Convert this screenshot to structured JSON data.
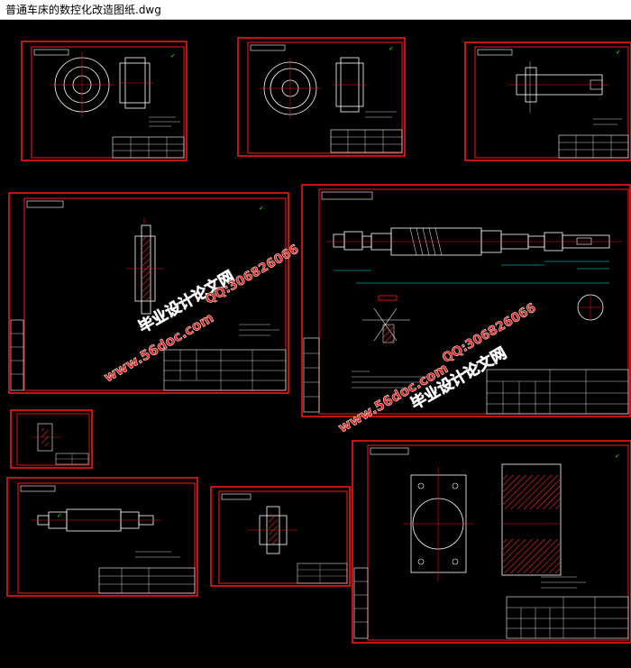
{
  "window": {
    "title": "普通车床的数控化改造图纸.dwg"
  },
  "watermarks": {
    "site": "www.56doc.com",
    "qq": "QQ:306826066",
    "brand": "毕业设计论文网"
  },
  "colors": {
    "background": "#000000",
    "frame": "#ff1a1a",
    "line": "#ffffff",
    "accent_green": "#00ff00"
  }
}
